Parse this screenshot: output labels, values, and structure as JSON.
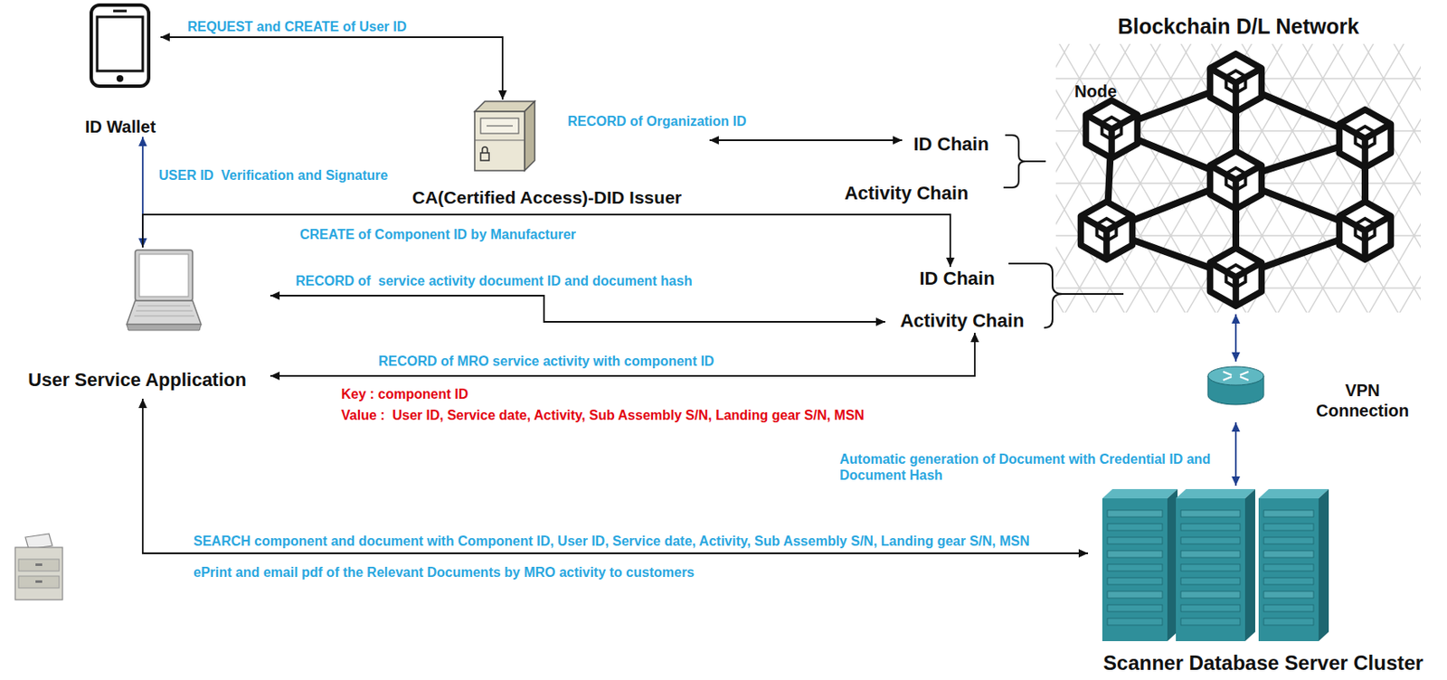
{
  "diagram": {
    "nodes": [
      {
        "text": [
          "ID Wallet"
        ]
      },
      {
        "text": [
          "CA(Certified Access)-DID Issuer"
        ]
      },
      {
        "text": [
          "ID Chain"
        ]
      },
      {
        "text": [
          "Activity Chain"
        ]
      },
      {
        "text": [
          "ID Chain"
        ]
      },
      {
        "text": [
          "Activity Chain"
        ]
      },
      {
        "text": [
          "Blockchain D/L Network"
        ]
      },
      {
        "text": [
          "User Service Application"
        ]
      },
      {
        "text": [
          "VPN Connection"
        ]
      },
      {
        "text": [
          "Scanner Database Server Cluster"
        ]
      }
    ],
    "edges": [
      {
        "from": 0,
        "to": 1,
        "label": "REQUEST and CREATE of User ID",
        "arrow": "both"
      },
      {
        "from": 1,
        "to": 2,
        "label": "RECORD of Organization ID",
        "arrow": "both"
      },
      {
        "from": 0,
        "to": 7,
        "label": "USER ID  Verification and Signature",
        "arrow": "both"
      },
      {
        "from": 7,
        "to": 4,
        "label": "CREATE of Component ID by Manufacturer",
        "arrow": "to"
      },
      {
        "from": 7,
        "to": 5,
        "label": "RECORD of  service activity document ID and document hash",
        "arrow": "both"
      },
      {
        "from": 7,
        "to": 5,
        "label": "RECORD of MRO service activity with component ID",
        "arrow": "both"
      },
      {
        "from": 6,
        "to": 8,
        "arrow": "both"
      },
      {
        "from": 8,
        "to": 9,
        "arrow": "both"
      },
      {
        "from": 7,
        "to": 9,
        "label": "SEARCH component and document with Component ID, User ID, Service date, Activity, Sub Assembly S/N, Landing gear S/N, MSN",
        "arrow": "both"
      }
    ],
    "labels": [
      "Node",
      "Key : component ID",
      "Value :  User ID, Service date, Activity, Sub Assembly S/N, Landing gear S/N, MSN",
      "Automatic generation of Document with Credential ID and Document Hash",
      "ePrint and email pdf of the Relevant Documents by MRO activity to customers"
    ]
  }
}
